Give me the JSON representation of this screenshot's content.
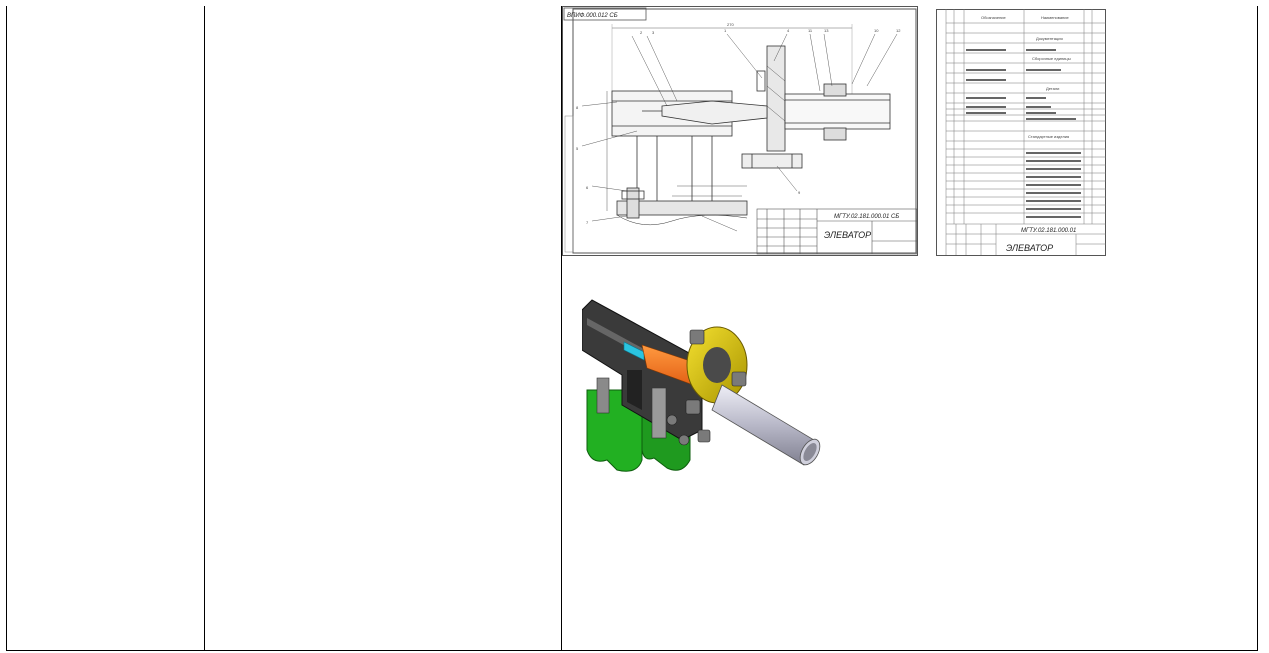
{
  "document": {
    "table": {
      "columns": 3
    },
    "assembly_drawing": {
      "title": "ЭЛЕВАТОР",
      "doc_code": "МГТУ.02.181.000.01 СБ",
      "frame_code": "ВПИФ.000.012 СБ",
      "position_numbers": [
        "2",
        "3",
        "1",
        "4",
        "11",
        "13",
        "10",
        "12",
        "5",
        "8",
        "6",
        "7",
        "9"
      ]
    },
    "specification": {
      "title": "ЭЛЕВАТОР",
      "doc_code": "МГТУ.02.181.000.01",
      "headers": [
        "Обозначение",
        "Наименование"
      ],
      "sections": [
        "Документация",
        "Сборочные единицы",
        "Детали",
        "Стандартные изделия"
      ]
    },
    "render_3d": {
      "colors": {
        "body": "#3a3a3a",
        "base": "#22b022",
        "nozzle": "#2bc4e0",
        "cone": "#f07020",
        "flange": "#d8c000",
        "pipe": "#b8b8c8"
      }
    }
  }
}
